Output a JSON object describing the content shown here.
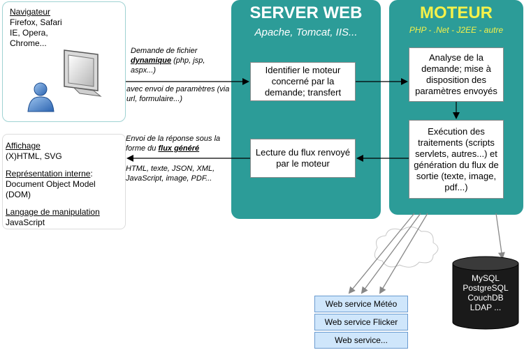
{
  "client": {
    "title": "Navigateur",
    "lines": [
      "Firefox, Safari",
      "IE, Opera,",
      "Chrome..."
    ]
  },
  "display": {
    "affichage_title": "Affichage",
    "affichage_value": "(X)HTML, SVG",
    "representation_title": "Représentation interne",
    "representation_suffix": ":",
    "representation_lines": [
      "Document Object Model",
      "(DOM)"
    ],
    "langage_title": "Langage de manipulation",
    "langage_value": "JavaScript"
  },
  "server": {
    "title": "SERVER WEB",
    "subtitle": "Apache, Tomcat, IIS...",
    "identify_box": "Identifier le moteur concerné par la demande; transfert",
    "read_box": "Lecture du flux renvoyé par le moteur"
  },
  "engine": {
    "title": "MOTEUR",
    "subtitle": "PHP -  .Net -  J2EE - autre",
    "analyse_box": "Analyse de la demande; mise à disposition des paramètres envoyés",
    "exec_box": "Exécution des traitements (scripts servlets, autres...) et génération du flux de sortie (texte, image, pdf...)"
  },
  "arrows": {
    "request_prefix": "Demande de fichier",
    "request_bold": "dynamique",
    "request_suffix": " (php, jsp, aspx...)",
    "params": "avec envoi de paramètres (via url, formulaire...)",
    "response_prefix": "Envoi de la réponse sous la forme du ",
    "response_bold": "flux généré",
    "formats": "HTML, texte, JSON, XML, JavaScript, image, PDF..."
  },
  "web_services": [
    "Web service Météo",
    "Web service Flicker",
    "Web service..."
  ],
  "databases": [
    "MySQL",
    "PostgreSQL",
    "CouchDB",
    "LDAP ..."
  ],
  "colors": {
    "panel": "#2c9c98",
    "engine_title": "#f4f14a",
    "ws_fill": "#cfe6fb",
    "db_fill": "#1a1a1a"
  },
  "icons": [
    "computer-monitor-icon",
    "user-icon",
    "cloud-icon",
    "database-icon"
  ]
}
